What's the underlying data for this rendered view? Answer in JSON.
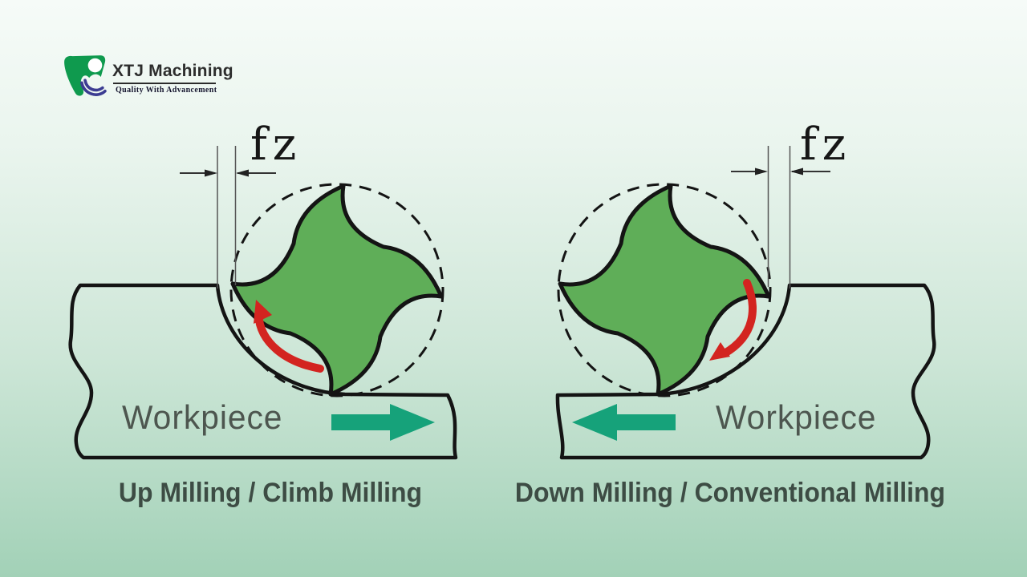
{
  "background": {
    "gradient_top": "#f6fbf8",
    "gradient_bottom": "#a2d1b7"
  },
  "logo": {
    "brand": "XTJ Machining",
    "tagline": "Quality With Advancement"
  },
  "colors": {
    "cutter_green": "#5fae58",
    "outline_black": "#141414",
    "rotation_arrow_red": "#d32420",
    "feed_arrow_teal": "#16a27a",
    "workpiece_label_gray": "#4d564f",
    "caption_gray_green": "#3d4c44",
    "logo_green": "#0f9a4e",
    "logo_purple": "#3c3c92"
  },
  "icons": {
    "left_rotation_arrow": "curved-arrow-clockwise",
    "right_rotation_arrow": "curved-arrow-clockwise",
    "left_feed_arrow": "block-arrow-right",
    "right_feed_arrow": "block-arrow-left"
  },
  "diagrams": {
    "left": {
      "feed_label": "fz",
      "workpiece_label": "Workpiece",
      "caption": "Up Milling / Climb Milling"
    },
    "right": {
      "feed_label": "fz",
      "workpiece_label": "Workpiece",
      "caption": "Down Milling / Conventional Milling"
    }
  }
}
